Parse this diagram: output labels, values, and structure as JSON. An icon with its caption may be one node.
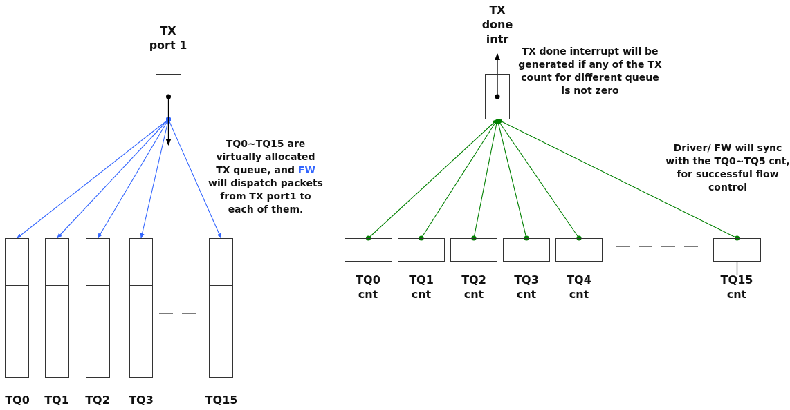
{
  "diagram": {
    "nodes": [
      {
        "text": [
          "TX port 1"
        ]
      },
      {
        "text": [
          "TQ0"
        ]
      },
      {
        "text": [
          "TQ1"
        ]
      },
      {
        "text": [
          "TQ2"
        ]
      },
      {
        "text": [
          "TQ3"
        ]
      },
      {
        "text": [
          "TQ15"
        ]
      },
      {
        "text": [
          "TX done intr"
        ]
      },
      {
        "text": [
          "TQ0 cnt"
        ]
      },
      {
        "text": [
          "TQ1 cnt"
        ]
      },
      {
        "text": [
          "TQ2 cnt"
        ]
      },
      {
        "text": [
          "TQ3 cnt"
        ]
      },
      {
        "text": [
          "TQ4 cnt"
        ]
      },
      {
        "text": [
          "TQ15 cnt"
        ]
      }
    ],
    "edges": [
      {
        "from": 0,
        "to": 1,
        "arrow": "to",
        "color": "#3366ff"
      },
      {
        "from": 0,
        "to": 2,
        "arrow": "to",
        "color": "#3366ff"
      },
      {
        "from": 0,
        "to": 3,
        "arrow": "to",
        "color": "#3366ff"
      },
      {
        "from": 0,
        "to": 4,
        "arrow": "to",
        "color": "#3366ff"
      },
      {
        "from": 0,
        "to": 5,
        "arrow": "to",
        "color": "#3366ff"
      },
      {
        "from": 7,
        "to": 6,
        "arrow": "to",
        "color": "#008000"
      },
      {
        "from": 8,
        "to": 6,
        "arrow": "to",
        "color": "#008000"
      },
      {
        "from": 9,
        "to": 6,
        "arrow": "to",
        "color": "#008000"
      },
      {
        "from": 10,
        "to": 6,
        "arrow": "to",
        "color": "#008000"
      },
      {
        "from": 11,
        "to": 6,
        "arrow": "to",
        "color": "#008000"
      },
      {
        "from": 12,
        "to": 6,
        "arrow": "to",
        "color": "#008000"
      }
    ],
    "labels": [
      "TQ0~TQ15 are virtually allocated TX queue, and **FW** will dispatch packets from TX port1 to each of them.",
      "TX done interrupt will be generated if any of the TX count for different queue is not zero",
      "Driver/ FW will sync with the TQ0~TQ5 cnt, for successful flow control"
    ]
  }
}
